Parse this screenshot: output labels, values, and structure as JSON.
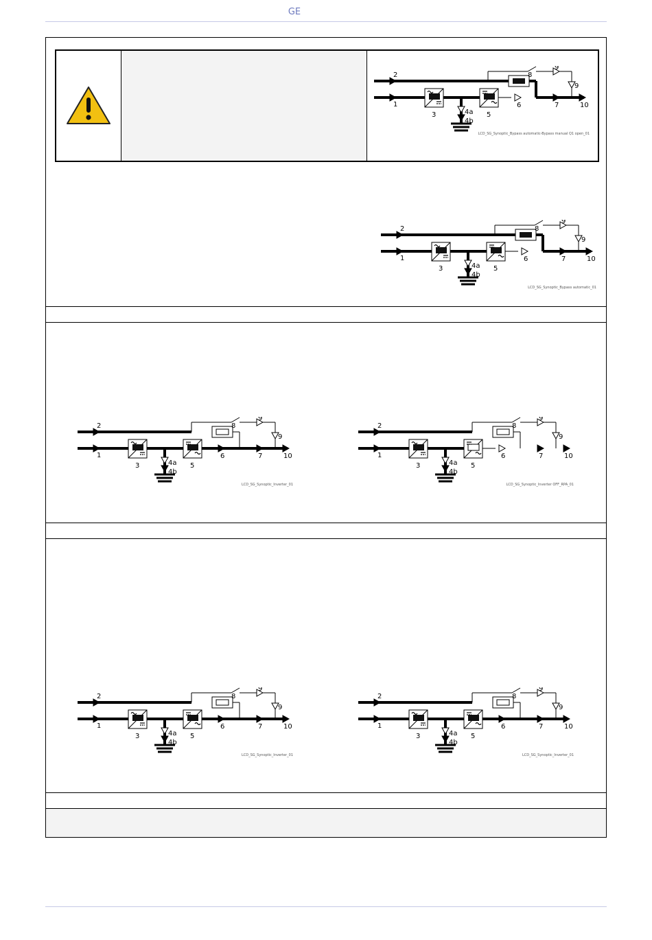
{
  "header": {
    "brand": "GE"
  },
  "warning": {
    "icon": "warning-triangle-icon"
  },
  "labels": {
    "l1": "1",
    "l2": "2",
    "l3": "3",
    "l4a": "4a",
    "l4b": "4b",
    "l5": "5",
    "l6": "6",
    "l7": "7",
    "l8": "8",
    "l9": "9",
    "l10": "10"
  },
  "diagrams": [
    {
      "id": "d0",
      "caption": "LCD_SG_Synoptic_Bypass automatic-Bypass manual Q1 open_01"
    },
    {
      "id": "d1",
      "caption": "LCD_SG_Synoptic_Bypass automatic_01"
    },
    {
      "id": "d2",
      "caption": "LCD_SG_Synoptic_Inverter_01"
    },
    {
      "id": "d3",
      "caption": "LCD_SG_Synoptic_Inverter OFF_RPA_01"
    },
    {
      "id": "d4",
      "caption": "LCD_SG_Synoptic_Inverter_01"
    },
    {
      "id": "d5",
      "caption": "LCD_SG_Synoptic_Inverter_01"
    }
  ]
}
